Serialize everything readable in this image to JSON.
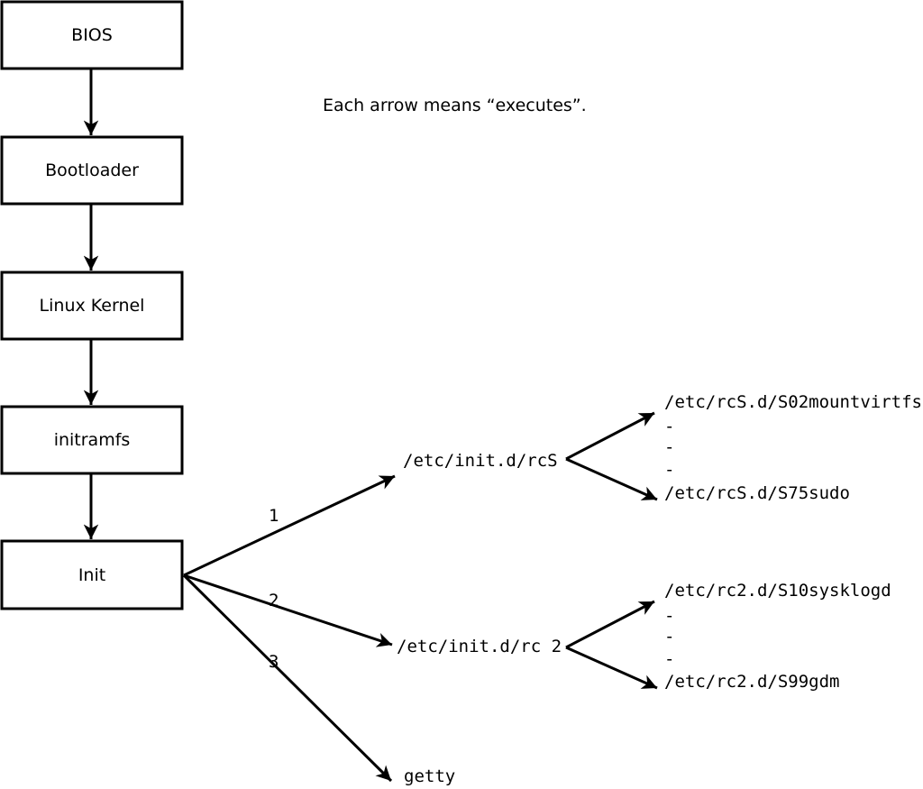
{
  "note": "Each arrow means “executes”.",
  "colors": {
    "line": "#000000",
    "background": "#ffffff"
  },
  "boxes": [
    {
      "label": "BIOS"
    },
    {
      "label": "Bootloader"
    },
    {
      "label": "Linux Kernel"
    },
    {
      "label": "initramfs"
    },
    {
      "label": "Init"
    }
  ],
  "branches": [
    {
      "number": "1",
      "target": "/etc/init.d/rcS",
      "children": [
        "/etc/rcS.d/S02mountvirtfs",
        "-",
        "-",
        "-",
        "/etc/rcS.d/S75sudo"
      ]
    },
    {
      "number": "2",
      "target": "/etc/init.d/rc 2",
      "children": [
        "/etc/rc2.d/S10sysklogd",
        "-",
        "-",
        "-",
        "/etc/rc2.d/S99gdm"
      ]
    },
    {
      "number": "3",
      "target": "getty"
    }
  ]
}
